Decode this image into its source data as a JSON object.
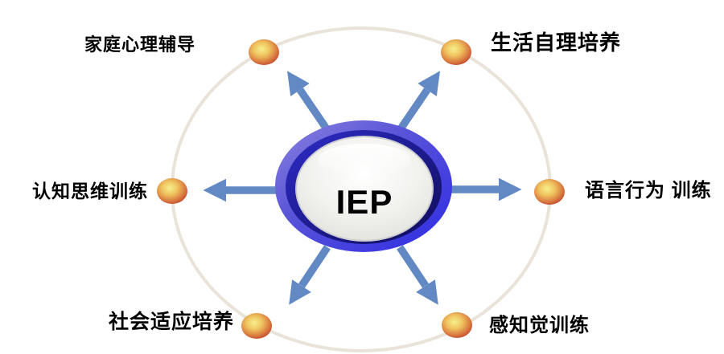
{
  "diagram": {
    "center": {
      "label": "IEP"
    },
    "nodes": [
      {
        "label": "家庭心理辅导",
        "position": "top-left"
      },
      {
        "label": "生活自理培养",
        "position": "top-right"
      },
      {
        "label": "认知思维训练",
        "position": "left"
      },
      {
        "label": "语言行为 训练",
        "position": "right"
      },
      {
        "label": "社会适应培养",
        "position": "bottom-left"
      },
      {
        "label": "感知觉训练",
        "position": "bottom-right"
      }
    ],
    "colors": {
      "background": "#ffffff",
      "orbit_stroke": "#e9e3d9",
      "arrow": "#6289c3",
      "ball_center": "#f3e277",
      "ball_edge": "#c9522f",
      "ring_light": "#8a83e0",
      "ring_bright": "#2d2be4",
      "ring_dark_band": "#0f0c5a",
      "sphere_fill": "#f2f2ef",
      "text": "#000000"
    }
  }
}
